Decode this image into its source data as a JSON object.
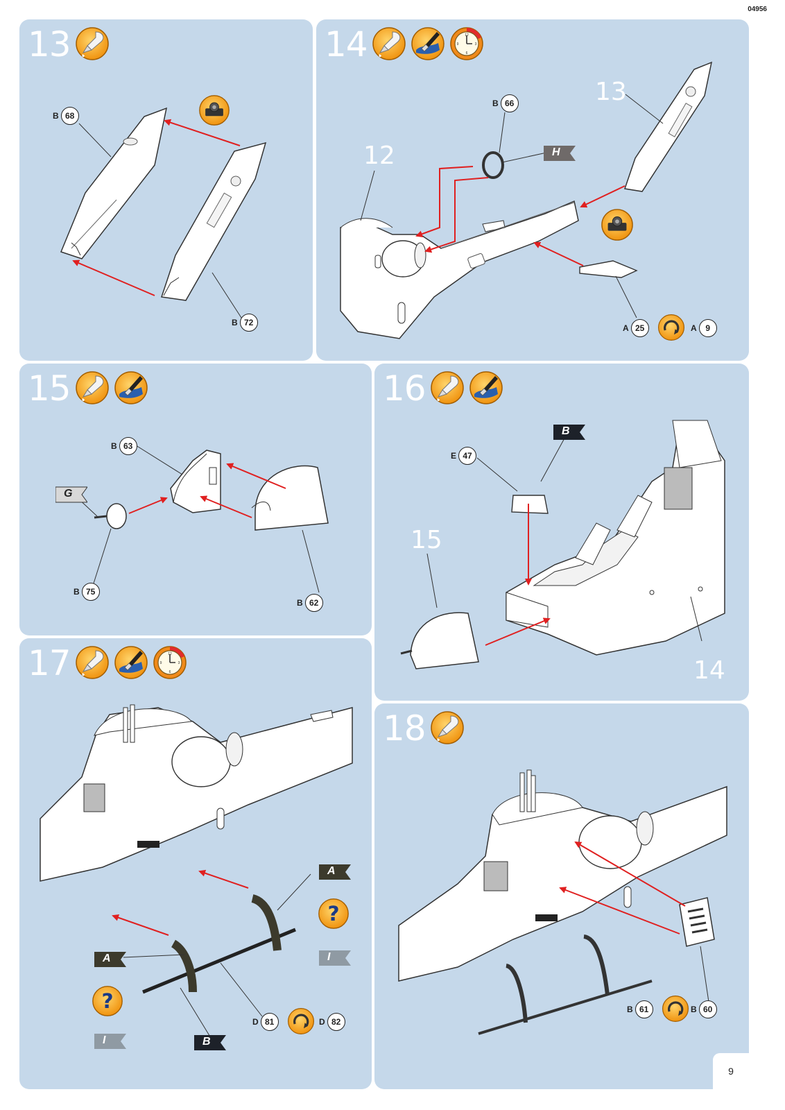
{
  "document_code": "04956",
  "page_number": "9",
  "colors": {
    "panel": "#c5d8ea",
    "arrow": "#e02020",
    "icon_orange": "#f5a623",
    "flag_dark": "#2d2b24",
    "flag_grey": "#8f9aa3"
  },
  "steps": [
    {
      "number": "13",
      "icons": [
        "glue-icon"
      ],
      "callouts": [
        {
          "sprue": "B",
          "part": "68"
        },
        {
          "sprue": "B",
          "part": "72"
        }
      ],
      "extra_icons": [
        "tape-icon"
      ]
    },
    {
      "number": "14",
      "icons": [
        "glue-icon",
        "paint-icon",
        "drying-clock-icon"
      ],
      "refs": [
        "12",
        "13"
      ],
      "callouts": [
        {
          "sprue": "B",
          "part": "66"
        },
        {
          "sprue": "A",
          "part": "25"
        },
        {
          "sprue": "A",
          "part": "9"
        }
      ],
      "color_flags": [
        "H"
      ],
      "extra_icons": [
        "tape-icon",
        "rotate-icon"
      ]
    },
    {
      "number": "15",
      "icons": [
        "glue-icon",
        "paint-icon"
      ],
      "callouts": [
        {
          "sprue": "B",
          "part": "63"
        },
        {
          "sprue": "B",
          "part": "75"
        },
        {
          "sprue": "B",
          "part": "62"
        }
      ],
      "color_flags": [
        "G"
      ]
    },
    {
      "number": "16",
      "icons": [
        "glue-icon",
        "paint-icon"
      ],
      "refs": [
        "15",
        "14"
      ],
      "callouts": [
        {
          "sprue": "E",
          "part": "47"
        }
      ],
      "color_flags": [
        "B"
      ]
    },
    {
      "number": "17",
      "icons": [
        "glue-icon",
        "paint-icon",
        "drying-clock-icon"
      ],
      "callouts": [
        {
          "sprue": "D",
          "part": "81"
        },
        {
          "sprue": "D",
          "part": "82"
        }
      ],
      "color_flags": [
        "A",
        "I",
        "B",
        "A",
        "I"
      ],
      "extra_icons": [
        "question-icon",
        "rotate-icon"
      ]
    },
    {
      "number": "18",
      "icons": [
        "glue-icon"
      ],
      "callouts": [
        {
          "sprue": "B",
          "part": "61"
        },
        {
          "sprue": "B",
          "part": "60"
        }
      ],
      "extra_icons": [
        "rotate-icon"
      ]
    }
  ]
}
